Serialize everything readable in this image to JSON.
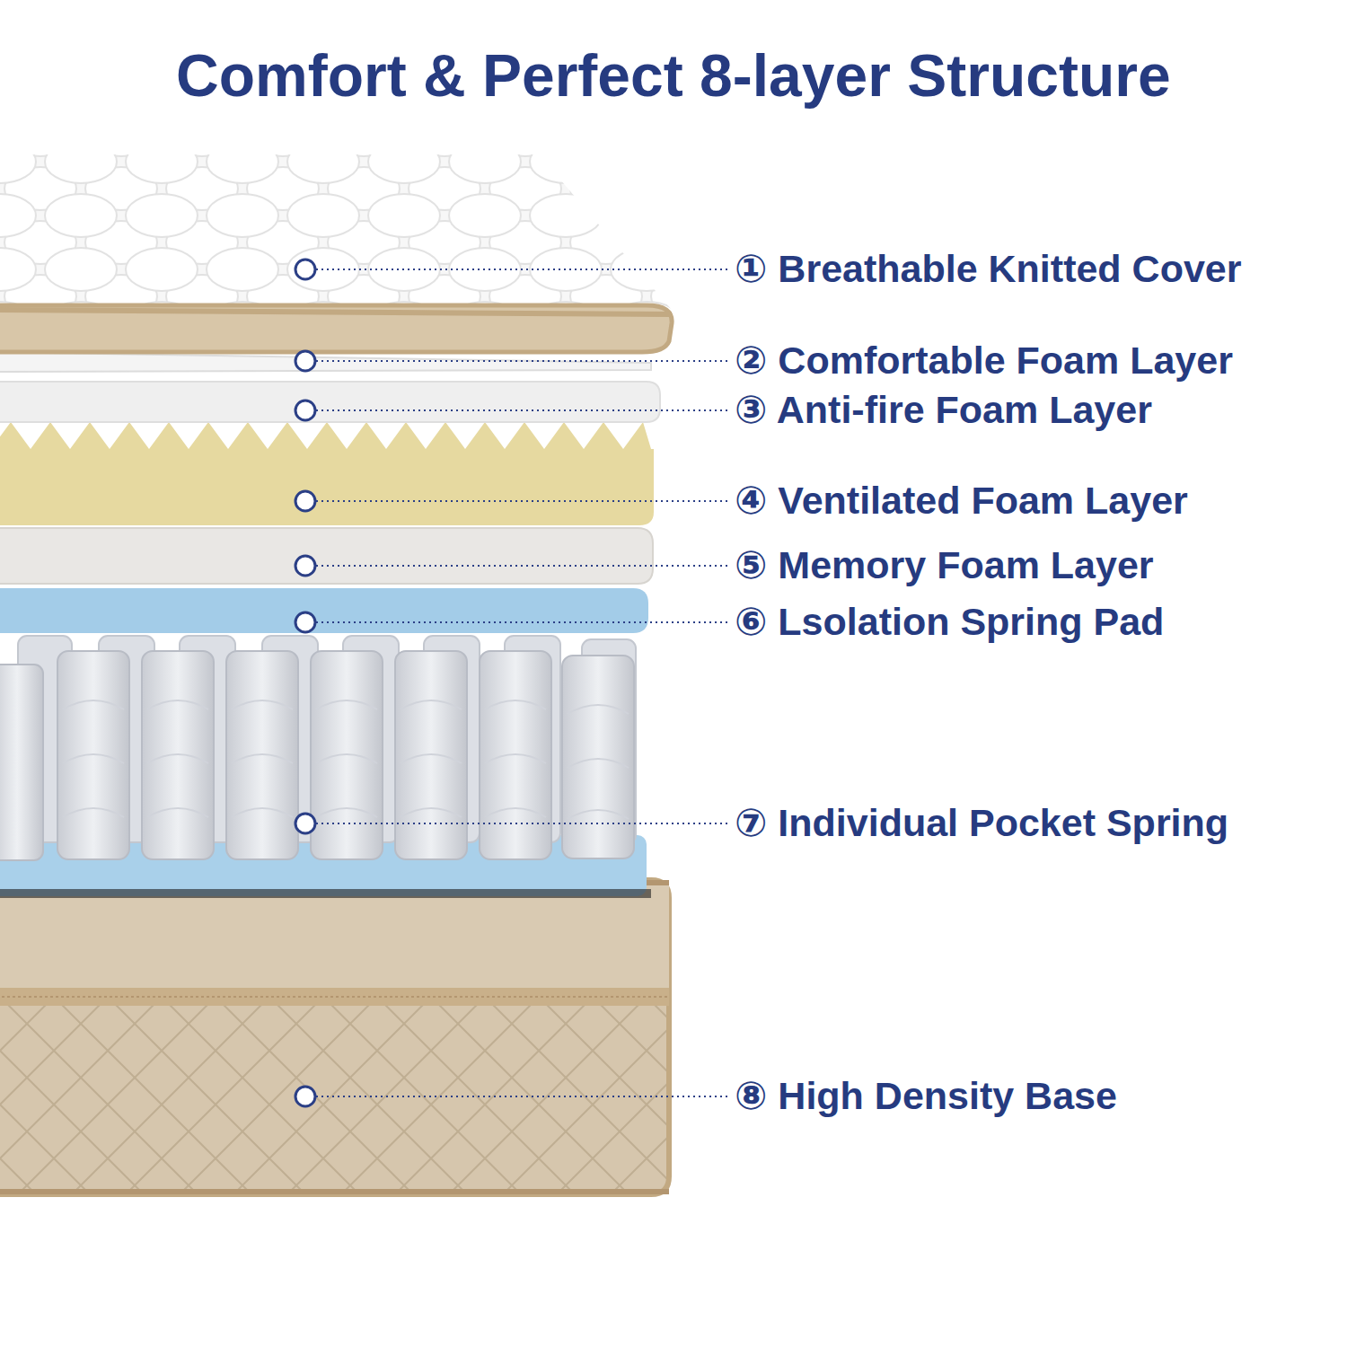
{
  "diagram": {
    "title": "Comfort & Perfect 8-layer Structure",
    "labels": [
      "① Breathable Knitted Cover",
      "② Comfortable Foam Layer",
      "③ Anti-fire Foam Layer",
      "④ Ventilated Foam Layer",
      "⑤ Memory Foam Layer",
      "⑥ Lsolation Spring Pad",
      "⑦ Individual Pocket Spring",
      "⑧ High Density Base"
    ]
  }
}
